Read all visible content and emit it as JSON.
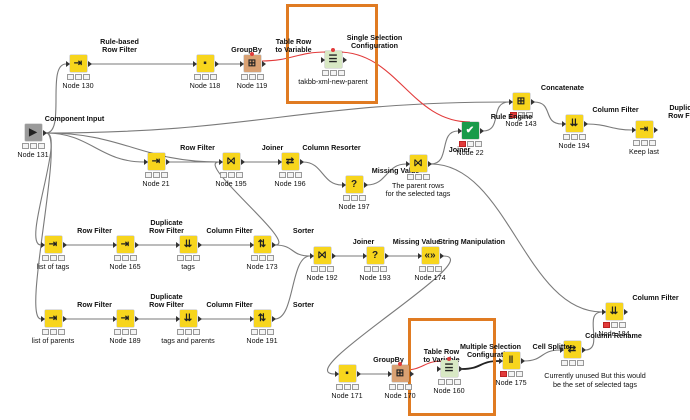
{
  "colors": {
    "node_yellow": "#f7d51d",
    "config_node": "#d8e8c4",
    "var_node": "#d9a173",
    "rule_engine": "#1a9b4a",
    "highlight": "#e07b22",
    "wire": "#7a7a7a",
    "var_wire": "#e23b3b"
  },
  "nodes": [
    {
      "id": "rule_row_filter",
      "title": "Rule-based\nRow Filter",
      "label": "Node 130",
      "icon": "⇥",
      "color": "#f7d51d"
    },
    {
      "id": "groupby_118",
      "title": "GroupBy",
      "label": "Node 118",
      "icon": "▪",
      "color": "#f7d51d"
    },
    {
      "id": "table_row_var_119",
      "title": "Table Row\nto Variable",
      "label": "Node 119",
      "icon": "⊞",
      "color": "#d9a173"
    },
    {
      "id": "single_sel",
      "title": "Single Selection\nConfiguration",
      "label": "takbb-xml-new-parent",
      "icon": "☰",
      "color": "#d8e8c4"
    },
    {
      "id": "concatenate",
      "title": "Concatenate",
      "label": "Node 143",
      "icon": "⊞",
      "color": "#f7d51d"
    },
    {
      "id": "rule_engine",
      "title": "Rule Engine",
      "label": "Node 22",
      "icon": "✔",
      "color": "#1a9b4a"
    },
    {
      "id": "column_filter_194",
      "title": "Column Filter",
      "label": "Node 194",
      "icon": "⇊",
      "color": "#f7d51d"
    },
    {
      "id": "dup_row_filter_keep",
      "title": "Duplicate\nRow Filter",
      "label": "Keep last",
      "icon": "⇥",
      "color": "#f7d51d"
    },
    {
      "id": "component_input",
      "title": "Component Input",
      "label": "Node 131",
      "icon": "▶",
      "color": "#9a9a9a"
    },
    {
      "id": "row_filter_21",
      "title": "Row Filter",
      "label": "Node 21",
      "icon": "⇥",
      "color": "#f7d51d"
    },
    {
      "id": "joiner_195",
      "title": "Joiner",
      "label": "Node 195",
      "icon": "⨝",
      "color": "#f7d51d"
    },
    {
      "id": "col_resorter",
      "title": "Column Resorter",
      "label": "Node 196",
      "icon": "⇄",
      "color": "#f7d51d"
    },
    {
      "id": "missing_197",
      "title": "Missing Value",
      "label": "Node 197",
      "icon": "?",
      "color": "#f7d51d"
    },
    {
      "id": "joiner_parent",
      "title": "Joiner",
      "label": "The parent rows\nfor the selected tags",
      "icon": "⨝",
      "color": "#f7d51d"
    },
    {
      "id": "row_filter_tags",
      "title": "Row Filter",
      "label": "list of tags",
      "icon": "⇥",
      "color": "#f7d51d"
    },
    {
      "id": "dup_165",
      "title": "Duplicate\nRow Filter",
      "label": "Node 165",
      "icon": "⇥",
      "color": "#f7d51d"
    },
    {
      "id": "col_filter_tags",
      "title": "Column Filter",
      "label": "tags",
      "icon": "⇊",
      "color": "#f7d51d"
    },
    {
      "id": "sorter_173",
      "title": "Sorter",
      "label": "Node 173",
      "icon": "⇅",
      "color": "#f7d51d"
    },
    {
      "id": "joiner_192",
      "title": "Joiner",
      "label": "Node 192",
      "icon": "⨝",
      "color": "#f7d51d"
    },
    {
      "id": "missing_193",
      "title": "Missing Value",
      "label": "Node 193",
      "icon": "?",
      "color": "#f7d51d"
    },
    {
      "id": "string_manip",
      "title": "String Manipulation",
      "label": "Node 174",
      "icon": "«»",
      "color": "#f7d51d"
    },
    {
      "id": "row_filter_parents",
      "title": "Row Filter",
      "label": "list of parents",
      "icon": "⇥",
      "color": "#f7d51d"
    },
    {
      "id": "dup_189",
      "title": "Duplicate\nRow Filter",
      "label": "Node 189",
      "icon": "⇥",
      "color": "#f7d51d"
    },
    {
      "id": "col_filter_tp",
      "title": "Column Filter",
      "label": "tags and parents",
      "icon": "⇊",
      "color": "#f7d51d"
    },
    {
      "id": "sorter_191",
      "title": "Sorter",
      "label": "Node 191",
      "icon": "⇅",
      "color": "#f7d51d"
    },
    {
      "id": "column_filter_184",
      "title": "Column Filter",
      "label": "Node 184",
      "icon": "⇊",
      "color": "#f7d51d"
    },
    {
      "id": "column_rename",
      "title": "Column Rename",
      "label": "",
      "icon": "⇄",
      "color": "#f7d51d"
    },
    {
      "id": "groupby_171",
      "title": "GroupBy",
      "label": "Node 171",
      "icon": "▪",
      "color": "#f7d51d"
    },
    {
      "id": "table_row_var_170",
      "title": "Table Row\nto Variable",
      "label": "Node 170",
      "icon": "⊞",
      "color": "#d9a173"
    },
    {
      "id": "multi_sel",
      "title": "Multiple Selection\nConfiguration",
      "label": "Node 160",
      "icon": "☰",
      "color": "#d8e8c4"
    },
    {
      "id": "cell_splitter",
      "title": "Cell Splitter",
      "label": "Node 175",
      "icon": "‖",
      "color": "#f7d51d"
    }
  ],
  "annotation": "Currently unused But this would\nbe the set of selected tags"
}
